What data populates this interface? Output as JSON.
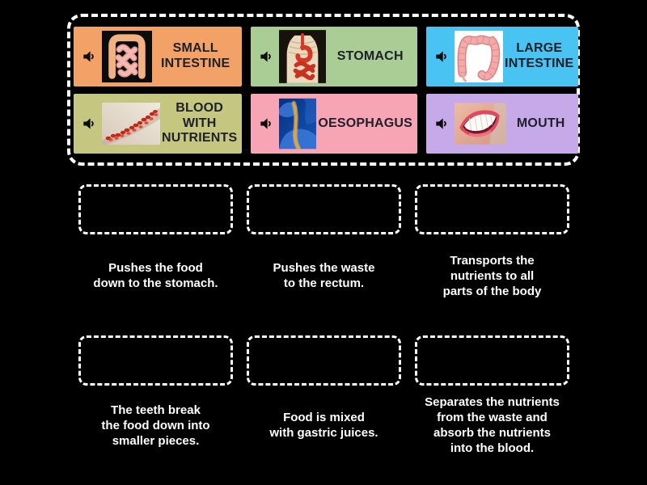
{
  "app": {
    "background_color": "#000000"
  },
  "bank": {
    "audio_icon": "speaker-low-icon",
    "tiles": [
      {
        "label": "SMALL\nINTESTINE",
        "color": "#F2A266",
        "image": "small-intestine-illustration"
      },
      {
        "label": "STOMACH",
        "color": "#A9CD94",
        "image": "stomach-torso-illustration"
      },
      {
        "label": "LARGE\nINTESTINE",
        "color": "#49C3F2",
        "image": "large-intestine-illustration"
      },
      {
        "label": "BLOOD\nWITH\nNUTRIENTS",
        "color": "#C5C67F",
        "image": "blood-cells-vessel-photo"
      },
      {
        "label": "OESOPHAGUS",
        "color": "#F7A5B5",
        "image": "oesophagus-xray-illustration"
      },
      {
        "label": "MOUTH",
        "color": "#C6A9E9",
        "image": "smiling-mouth-photo"
      }
    ]
  },
  "definitions": {
    "row1": [
      {
        "text": "Pushes the food\ndown to the stomach."
      },
      {
        "text": "Pushes the waste\nto the rectum."
      },
      {
        "text": "Transports the\nnutrients to all\nparts of the body"
      }
    ],
    "row2": [
      {
        "text": "The teeth break\nthe food down into\nsmaller pieces."
      },
      {
        "text": "Food is mixed\nwith gastric juices."
      },
      {
        "text": "Separates the nutrients\nfrom the waste and\nabsorb the nutrients\ninto the blood."
      }
    ]
  },
  "colors": {
    "dashed_border": "#FFFFFF",
    "tile_text": "#20202B",
    "caption_text": "#FFFFFF"
  }
}
